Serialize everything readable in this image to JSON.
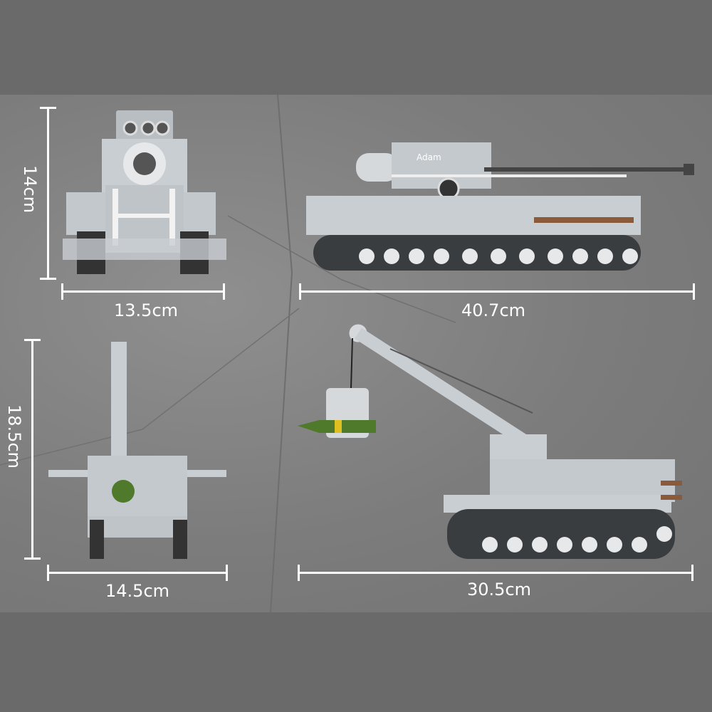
{
  "dimensions": {
    "front_height": "14cm",
    "front_width": "13.5cm",
    "side_length": "40.7cm",
    "rear_height": "18.5cm",
    "rear_width": "14.5cm",
    "crane_length": "30.5cm"
  },
  "model_label": "Adam",
  "colors": {
    "background": "#6a6a6a",
    "panel": "#7f7f7f",
    "model": "#c9ced3",
    "track": "#3a3d40",
    "shell": "#4f7a2c"
  }
}
